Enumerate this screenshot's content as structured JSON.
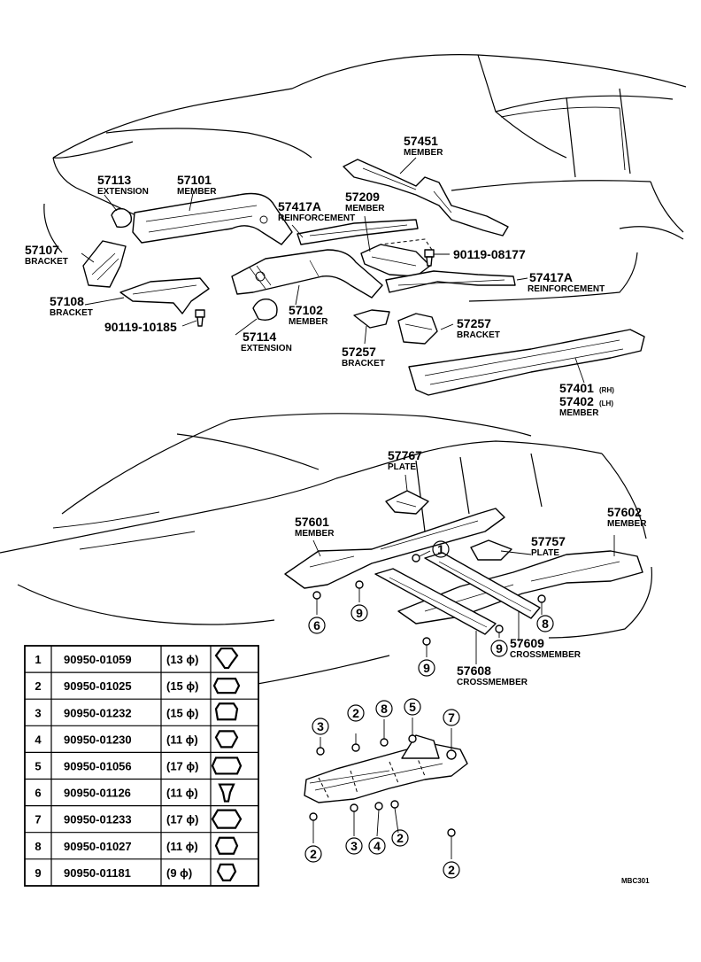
{
  "parts": [
    {
      "id": "57113",
      "name": "EXTENSION"
    },
    {
      "id": "57101",
      "name": "MEMBER"
    },
    {
      "id": "57107",
      "name": "BRACKET"
    },
    {
      "id": "57108",
      "name": "BRACKET"
    },
    {
      "id": "90119-10185",
      "name": ""
    },
    {
      "id": "57114",
      "name": "EXTENSION"
    },
    {
      "id": "57102",
      "name": "MEMBER"
    },
    {
      "id": "57417A",
      "name": "REINFORCEMENT"
    },
    {
      "id": "57209",
      "name": "MEMBER"
    },
    {
      "id": "57451",
      "name": "MEMBER"
    },
    {
      "id": "90119-08177",
      "name": ""
    },
    {
      "id": "57417A",
      "name": "REINFORCEMENT"
    },
    {
      "id": "57257",
      "name": "BRACKET"
    },
    {
      "id": "57257",
      "name": "BRACKET"
    },
    {
      "id": "57401",
      "suffix": "(RH)",
      "name": ""
    },
    {
      "id": "57402",
      "suffix": "(LH)",
      "name": "MEMBER"
    },
    {
      "id": "57767",
      "name": "PLATE"
    },
    {
      "id": "57601",
      "name": "MEMBER"
    },
    {
      "id": "57602",
      "name": "MEMBER"
    },
    {
      "id": "57757",
      "name": "PLATE"
    },
    {
      "id": "57609",
      "name": "CROSSMEMBER"
    },
    {
      "id": "57608",
      "name": "CROSSMEMBER"
    }
  ],
  "callouts": {
    "c1": "1",
    "c6": "6",
    "c9a": "9",
    "c9b": "9",
    "c9c": "9",
    "c8a": "8",
    "b3": "3",
    "b2": "2",
    "b8": "8",
    "b5": "5",
    "b7": "7",
    "b2l": "2",
    "b3l": "3",
    "b4l": "4",
    "b2m": "2",
    "b2r": "2"
  },
  "plug_table": [
    {
      "no": "1",
      "part": "90950-01059",
      "size": "(13 ϕ)"
    },
    {
      "no": "2",
      "part": "90950-01025",
      "size": "(15 ϕ)"
    },
    {
      "no": "3",
      "part": "90950-01232",
      "size": "(15 ϕ)"
    },
    {
      "no": "4",
      "part": "90950-01230",
      "size": "(11 ϕ)"
    },
    {
      "no": "5",
      "part": "90950-01056",
      "size": "(17 ϕ)"
    },
    {
      "no": "6",
      "part": "90950-01126",
      "size": "(11 ϕ)"
    },
    {
      "no": "7",
      "part": "90950-01233",
      "size": "(17 ϕ)"
    },
    {
      "no": "8",
      "part": "90950-01027",
      "size": "(11 ϕ)"
    },
    {
      "no": "9",
      "part": "90950-01181",
      "size": "(9 ϕ)"
    }
  ],
  "diagram_code": "MBC301"
}
